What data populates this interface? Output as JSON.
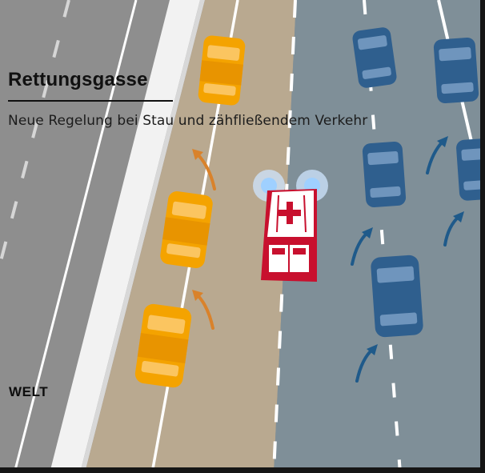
{
  "graphic": {
    "title": "Rettungsgasse",
    "subtitle": "Neue Regelung bei Stau und zähfließendem Verkehr",
    "logo_text": "WELT"
  },
  "colors": {
    "lane_left": "#8e8e8e",
    "lane_corridor": "#b9a990",
    "lane_right": "#7f8f98",
    "shoulder_white": "#f2f2f2",
    "car_left": "#f4a300",
    "car_right": "#2f5f8e",
    "ambulance_body": "#c8102e",
    "arrow_left": "#d9822b",
    "arrow_right": "#1f5a8a"
  }
}
